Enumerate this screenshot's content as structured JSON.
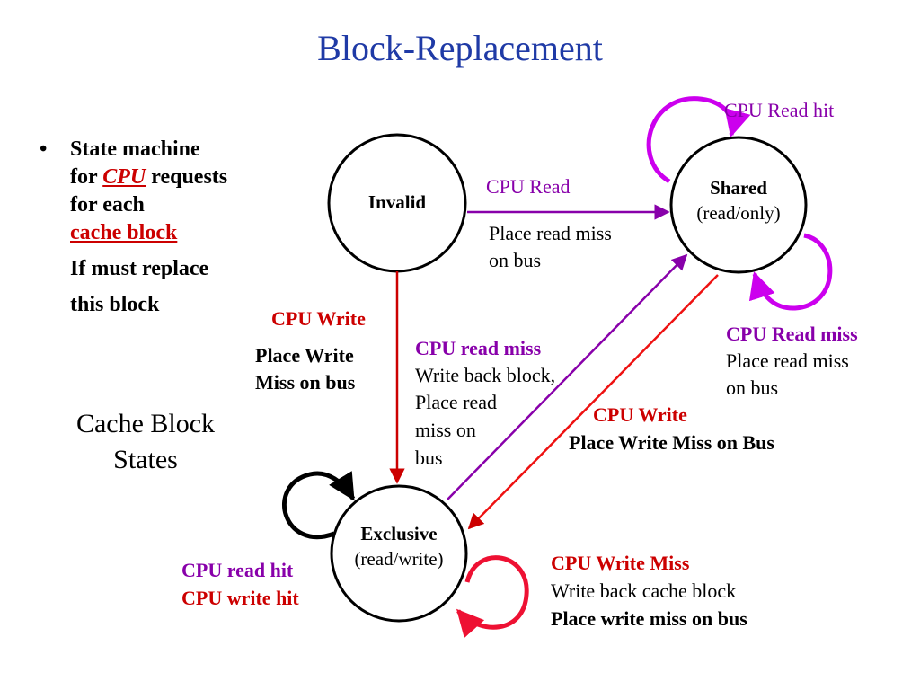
{
  "title": "Block-Replacement",
  "bullets": {
    "marker": "•",
    "line1": "State machine",
    "line2_pre": "for ",
    "line2_cpu": "CPU",
    "line2_post": " requests",
    "line3": "for each",
    "line4": "cache block",
    "line5": "If must replace",
    "line6": "this block"
  },
  "states_caption": {
    "line1": "Cache Block",
    "line2": "States"
  },
  "nodes": {
    "invalid": {
      "label": "Invalid"
    },
    "shared": {
      "label": "Shared",
      "sub": "(read/only)"
    },
    "exclusive": {
      "label": "Exclusive",
      "sub": "(read/write)"
    }
  },
  "edges": {
    "shared_self": {
      "label": "CPU Read hit"
    },
    "invalid_to_shared": {
      "event": "CPU Read",
      "action1": "Place read miss",
      "action2": "on bus"
    },
    "shared_miss": {
      "event": "CPU Read miss",
      "action1": "Place read miss",
      "action2": "on bus"
    },
    "invalid_to_exclusive": {
      "event": "CPU Write",
      "action1": "Place Write",
      "action2": "Miss on bus"
    },
    "exclusive_to_shared": {
      "event": "CPU read miss",
      "action1": "Write back block,",
      "action2": "Place read",
      "action3": "miss on",
      "action4": "bus"
    },
    "shared_to_exclusive": {
      "event": "CPU Write",
      "action": "Place Write Miss on Bus"
    },
    "exclusive_hit": {
      "line1": "CPU read hit",
      "line2": "CPU write hit"
    },
    "exclusive_write_miss": {
      "event": "CPU Write Miss",
      "action1": "Write back cache block",
      "action2": "Place write miss on bus"
    }
  },
  "colors": {
    "title": "#1f3aa6",
    "purple": "#8800aa",
    "red": "#cc0000",
    "magenta": "#cc00ee",
    "black": "#000000"
  }
}
